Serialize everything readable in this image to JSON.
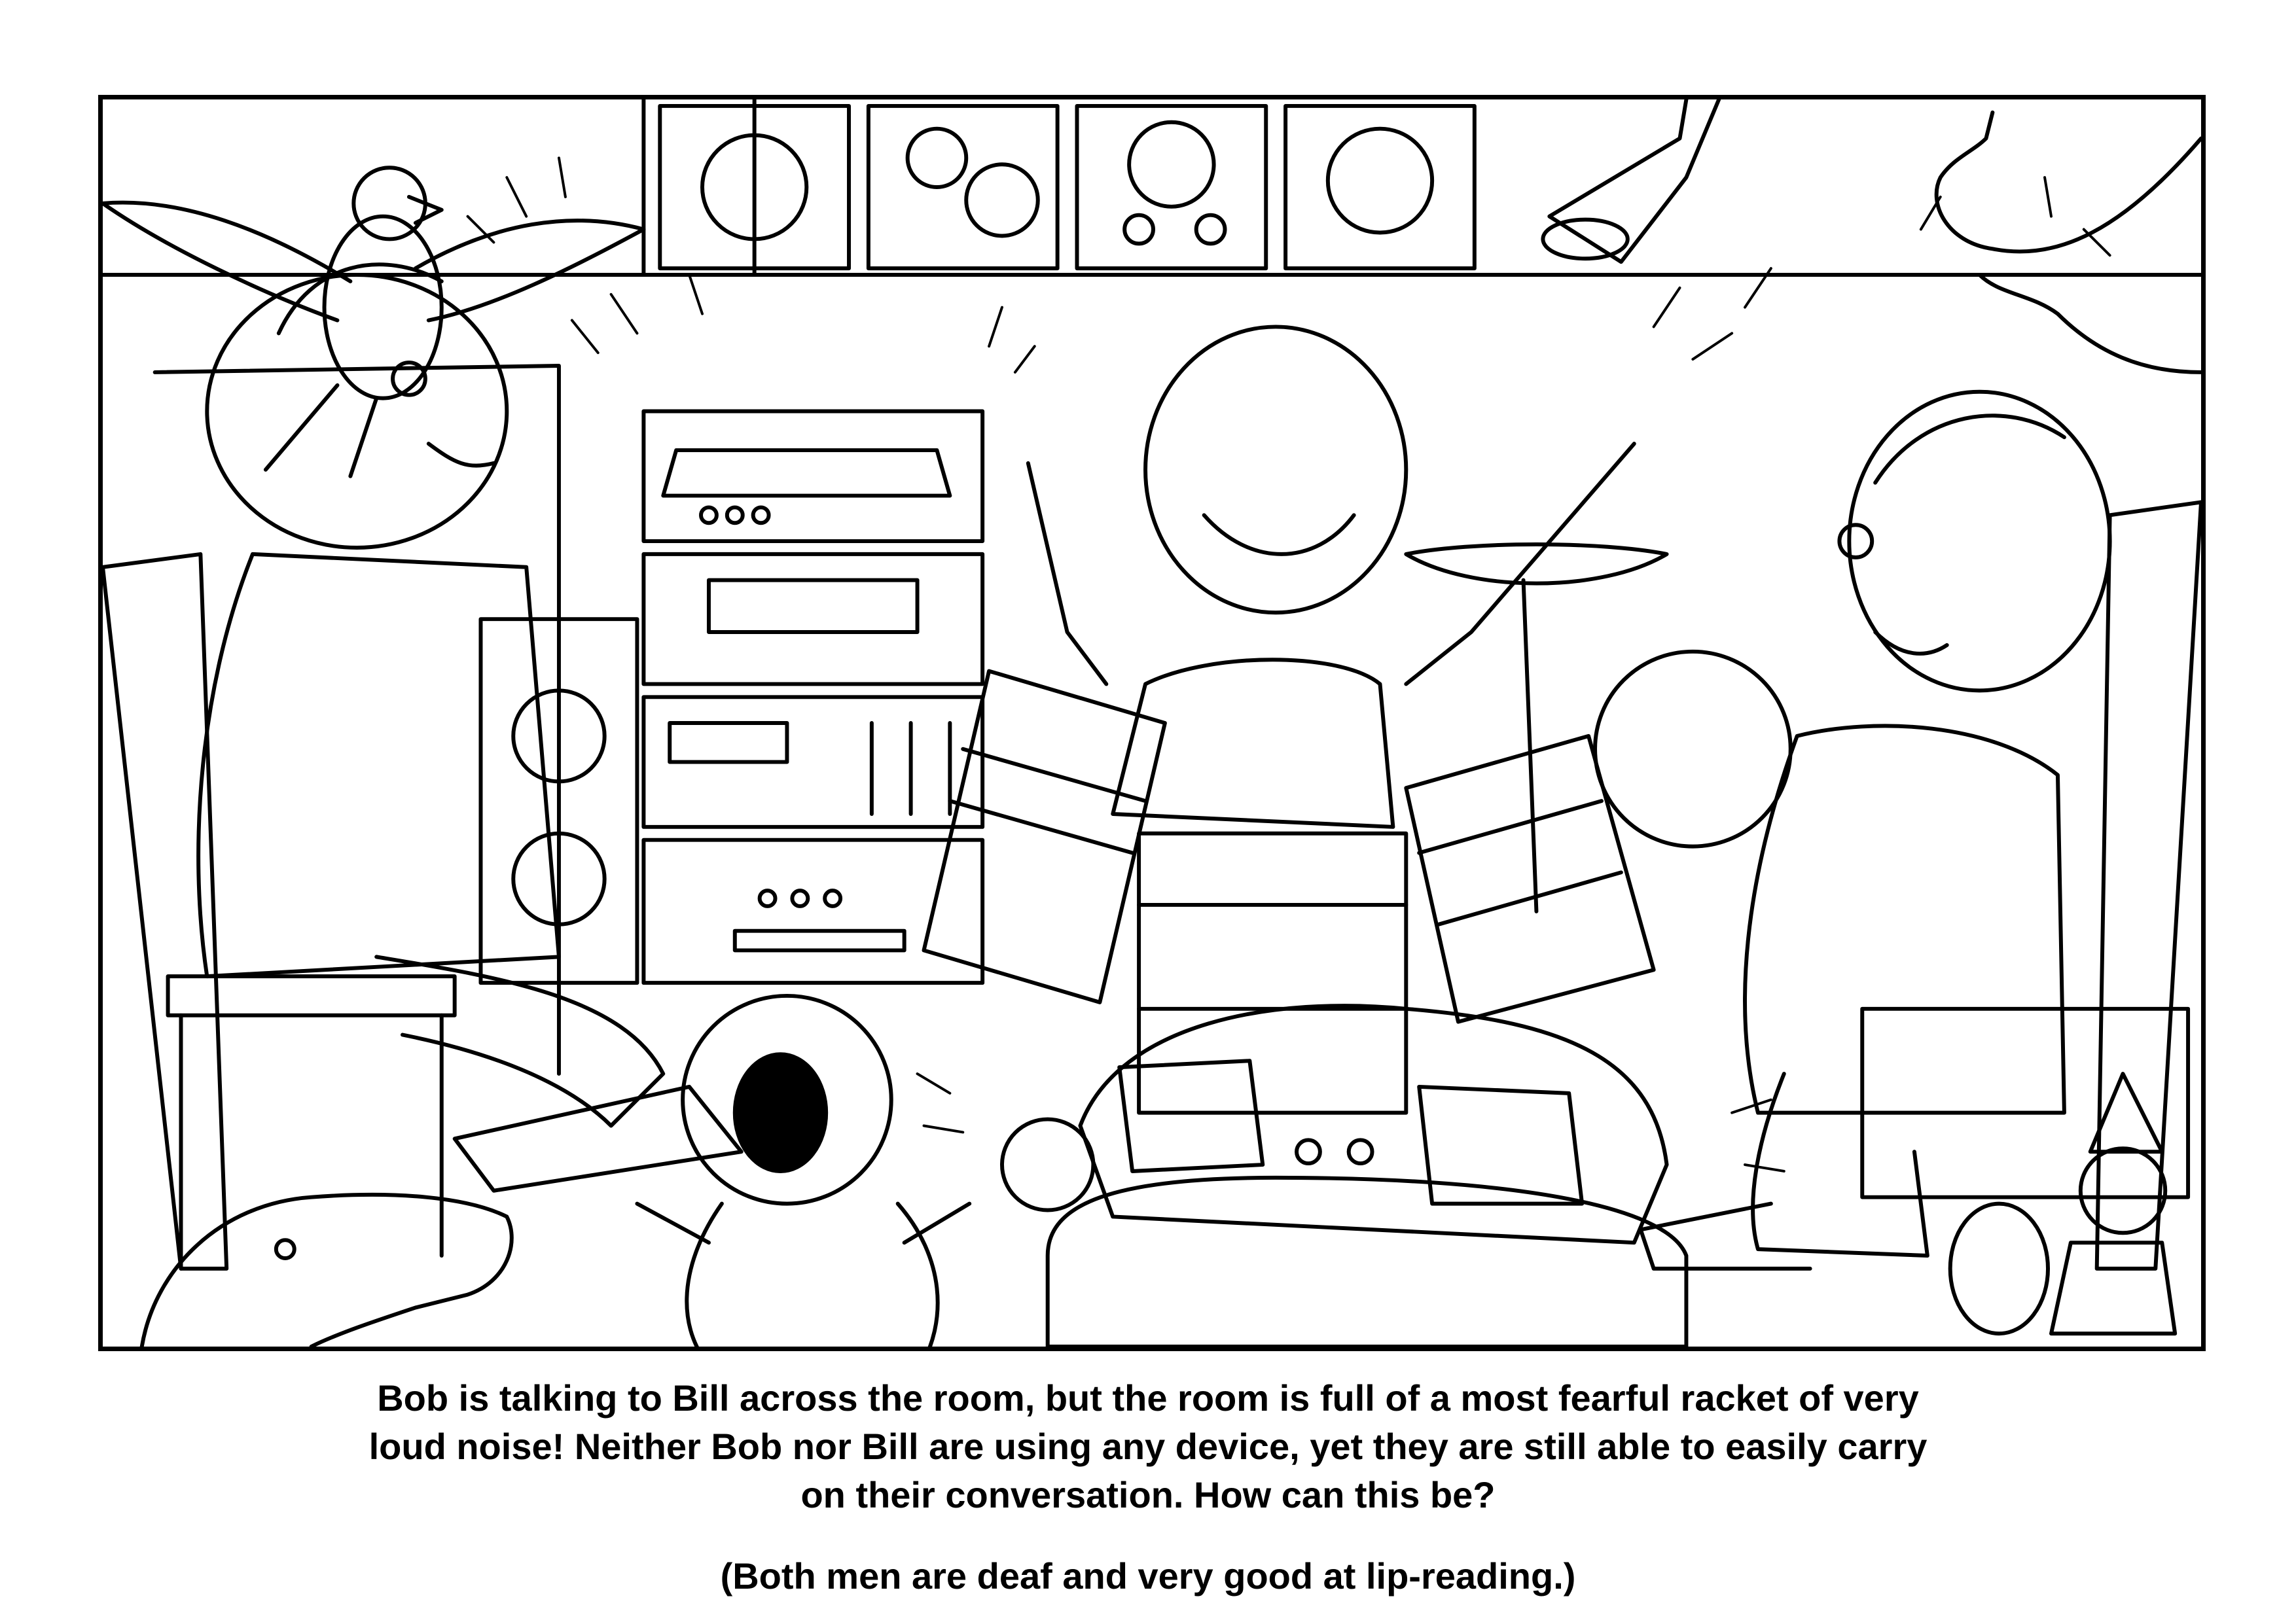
{
  "puzzle": {
    "question_lines": [
      "Bob is talking to Bill across the room, but the room is full of a most fearful racket of very",
      "loud noise! Neither Bob nor Bill are using any device, yet they are still able to easily carry",
      "on their conversation. How can this be?"
    ],
    "answer": "(Both men are deaf and very good at lip-reading.)"
  },
  "illustration": {
    "style": "black-and-white line drawing",
    "line_color": "#000000",
    "paper_color": "#ffffff"
  }
}
